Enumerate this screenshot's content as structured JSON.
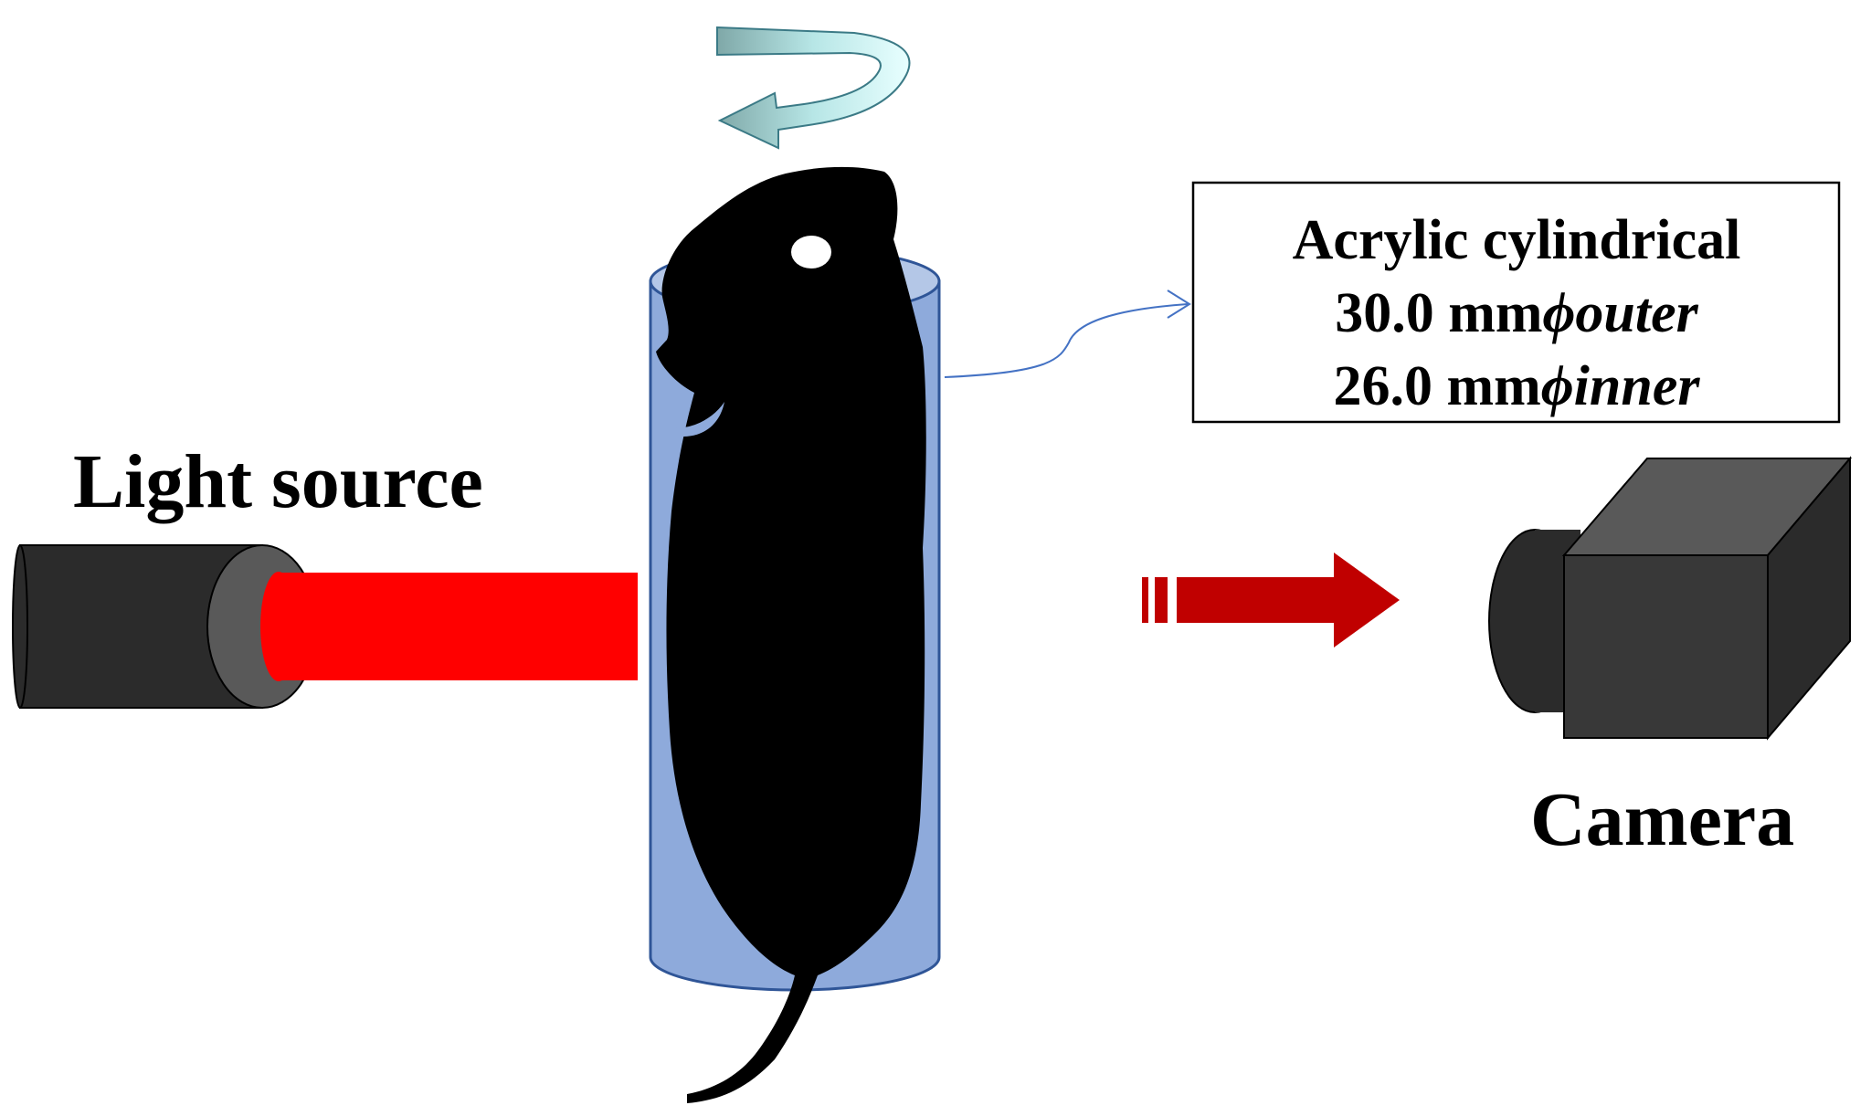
{
  "labels": {
    "light_source": "Light source",
    "camera": "Camera"
  },
  "annotation": {
    "line1": "Acrylic cylindrical",
    "line2_value": "30.0 mm",
    "line2_symbol": "ϕ",
    "line2_suffix": "outer",
    "line3_value": "26.0 mm",
    "line3_symbol": "ϕ",
    "line3_suffix": "inner"
  },
  "colors": {
    "laser_beam": "#ff0000",
    "transmitted_arrow": "#c00000",
    "cylinder_fill": "#8eaadb",
    "cylinder_stroke": "#2f5597",
    "rotation_arrow": "#a9dcdc",
    "leader_line": "#4472c4",
    "device_dark": "#2b2b2b"
  },
  "icons": {
    "rotation": "rotation-arrow-icon",
    "mouse": "mouse-silhouette-icon"
  }
}
